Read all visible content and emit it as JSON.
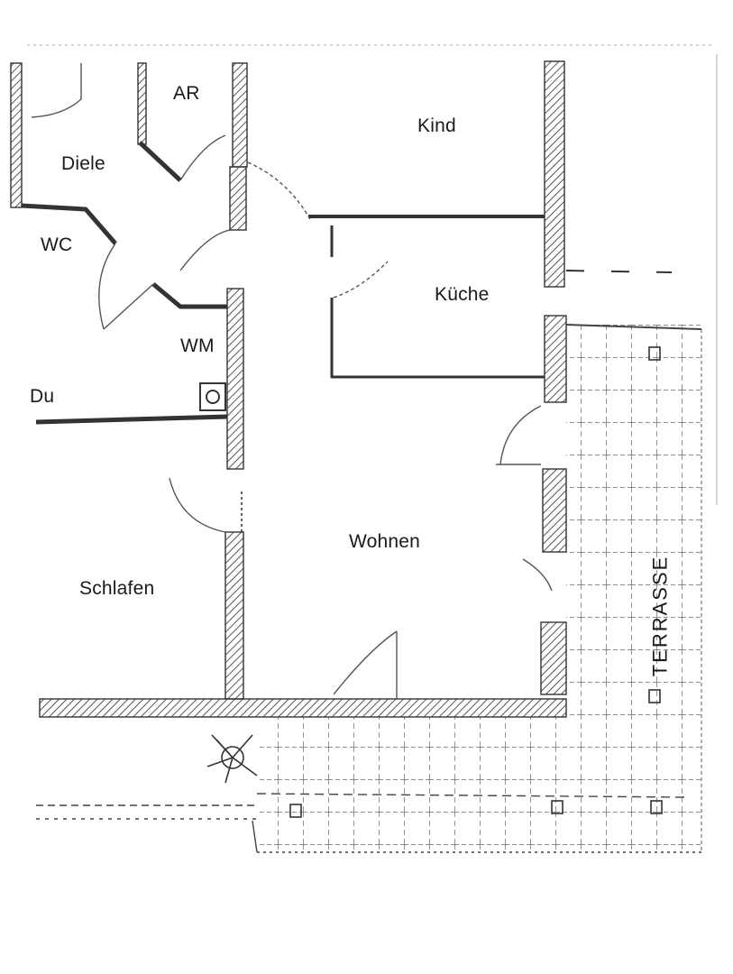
{
  "rooms": {
    "ar": "AR",
    "kind": "Kind",
    "diele": "Diele",
    "wc": "WC",
    "kueche": "Küche",
    "wm": "WM",
    "du": "Du",
    "wohnen": "Wohnen",
    "schlafen": "Schlafen"
  },
  "terrace": "TERRASSE",
  "colors": {
    "line": "#3a3a3a",
    "hatch": "#555555",
    "paper": "#ffffff"
  }
}
